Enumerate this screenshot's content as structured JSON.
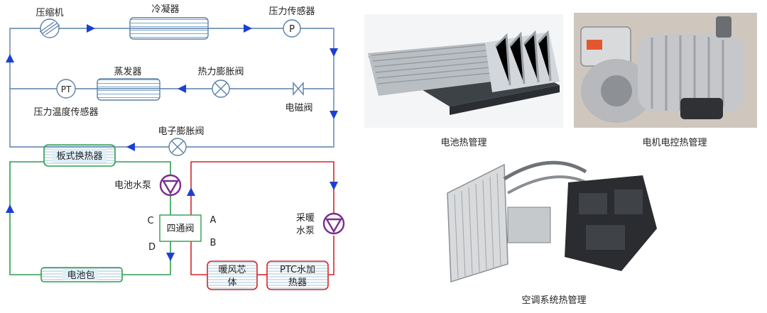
{
  "diagram": {
    "labels": {
      "compressor": "压缩机",
      "condenser": "冷凝器",
      "pressure_sensor": "压力传感器",
      "evaporator": "蒸发器",
      "thermal_expansion_valve": "热力膨胀阀",
      "pt_sensor": "压力温度传感器",
      "solenoid_valve": "电磁阀",
      "electronic_expansion_valve": "电子膨胀阀",
      "plate_heat_exchanger": "板式换热器",
      "battery_pump": "电池水泵",
      "four_way_valve": "四通阀",
      "heating_pump_line1": "采暖",
      "heating_pump_line2": "水泵",
      "battery_pack": "电池包",
      "heater_core_line1": "暖风芯",
      "heater_core_line2": "体",
      "ptc_heater_line1": "PTC水加",
      "ptc_heater_line2": "热器",
      "port_a": "A",
      "port_b": "B",
      "port_c": "C",
      "port_d": "D",
      "p_symbol": "P",
      "pt_symbol": "PT"
    },
    "colors": {
      "refrigerant_line": "#5b7fa6",
      "coolant_green": "#2e9e4f",
      "heating_red": "#d6262b",
      "arrow_blue": "#1b3fd6",
      "pump_purple": "#7a2d8f",
      "box_fill": "#dfeff7"
    }
  },
  "photos": {
    "battery": {
      "caption": "电池热管理"
    },
    "motor": {
      "caption": "电机电控热管理"
    },
    "ac": {
      "caption": "空调系统热管理"
    }
  }
}
